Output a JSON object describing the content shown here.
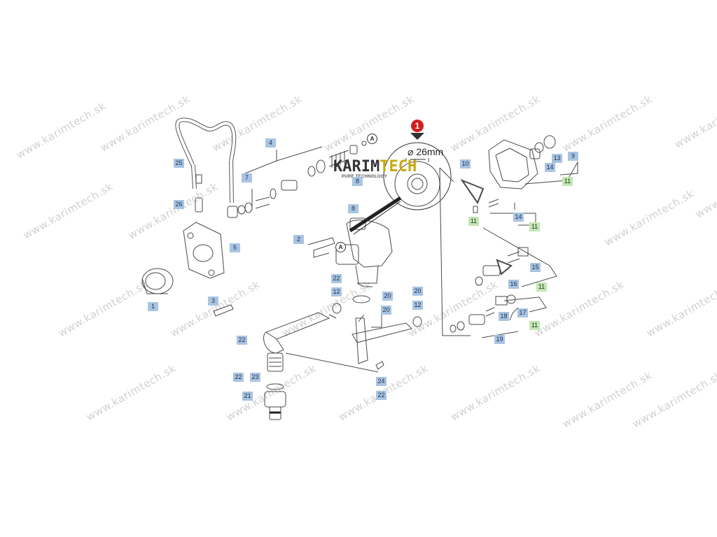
{
  "brand": {
    "name_prefix": "KARIM",
    "name_suffix": "TECH",
    "tagline": "PURE TECHNOLOGY"
  },
  "watermark_text": "www.karimtech.sk",
  "detail": {
    "marker": "1",
    "diameter_label": "⌀ 26mm"
  },
  "reference_marks": [
    "A",
    "A"
  ],
  "callouts": [
    {
      "label": "25",
      "color": "blue"
    },
    {
      "label": "26",
      "color": "blue"
    },
    {
      "label": "4",
      "color": "blue"
    },
    {
      "label": "7",
      "color": "blue"
    },
    {
      "label": "8",
      "color": "blue"
    },
    {
      "label": "8",
      "color": "blue"
    },
    {
      "label": "5",
      "color": "blue"
    },
    {
      "label": "1",
      "color": "blue"
    },
    {
      "label": "3",
      "color": "blue"
    },
    {
      "label": "2",
      "color": "blue"
    },
    {
      "label": "22",
      "color": "blue"
    },
    {
      "label": "12",
      "color": "blue"
    },
    {
      "label": "20",
      "color": "blue"
    },
    {
      "label": "20",
      "color": "blue"
    },
    {
      "label": "20",
      "color": "blue"
    },
    {
      "label": "12",
      "color": "blue"
    },
    {
      "label": "22",
      "color": "blue"
    },
    {
      "label": "22",
      "color": "blue"
    },
    {
      "label": "23",
      "color": "blue"
    },
    {
      "label": "21",
      "color": "blue"
    },
    {
      "label": "24",
      "color": "blue"
    },
    {
      "label": "22",
      "color": "blue"
    },
    {
      "label": "10",
      "color": "blue"
    },
    {
      "label": "11",
      "color": "green"
    },
    {
      "label": "13",
      "color": "blue"
    },
    {
      "label": "9",
      "color": "blue"
    },
    {
      "label": "14",
      "color": "blue"
    },
    {
      "label": "11",
      "color": "green"
    },
    {
      "label": "14",
      "color": "blue"
    },
    {
      "label": "11",
      "color": "green"
    },
    {
      "label": "15",
      "color": "blue"
    },
    {
      "label": "16",
      "color": "blue"
    },
    {
      "label": "11",
      "color": "green"
    },
    {
      "label": "17",
      "color": "blue"
    },
    {
      "label": "18",
      "color": "blue"
    },
    {
      "label": "11",
      "color": "green"
    },
    {
      "label": "19",
      "color": "blue"
    }
  ]
}
